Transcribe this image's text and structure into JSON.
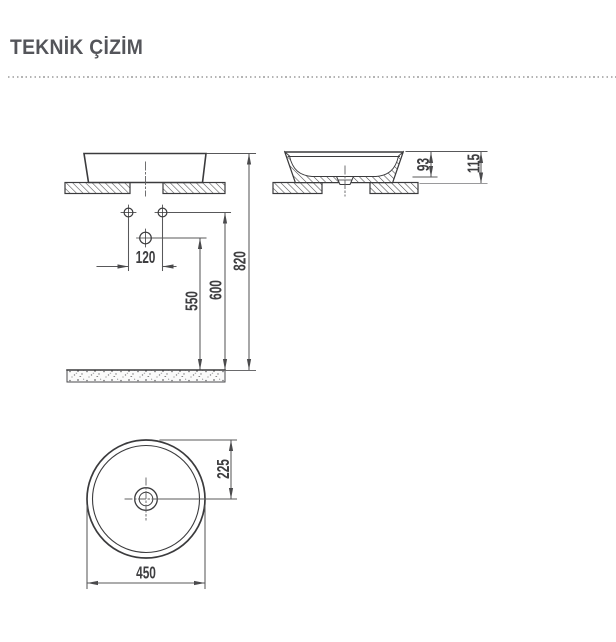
{
  "header": {
    "title": "TEKNİK ÇİZİM"
  },
  "views": {
    "front": {
      "dims": {
        "faucet_hole_spacing": "120",
        "drain_height": "550",
        "supply_height": "600",
        "rim_height_from_floor": "820"
      }
    },
    "side": {
      "dims": {
        "bowl_inner_depth": "93",
        "basin_total_height": "115"
      }
    },
    "top": {
      "dims": {
        "center_to_edge": "225",
        "basin_outer_diameter": "450"
      }
    }
  },
  "colors": {
    "title_text": "#54555a",
    "drawing_line": "#3b3b3d",
    "dimension_line": "#58585a",
    "separator_dots": "#b4b4b4"
  }
}
